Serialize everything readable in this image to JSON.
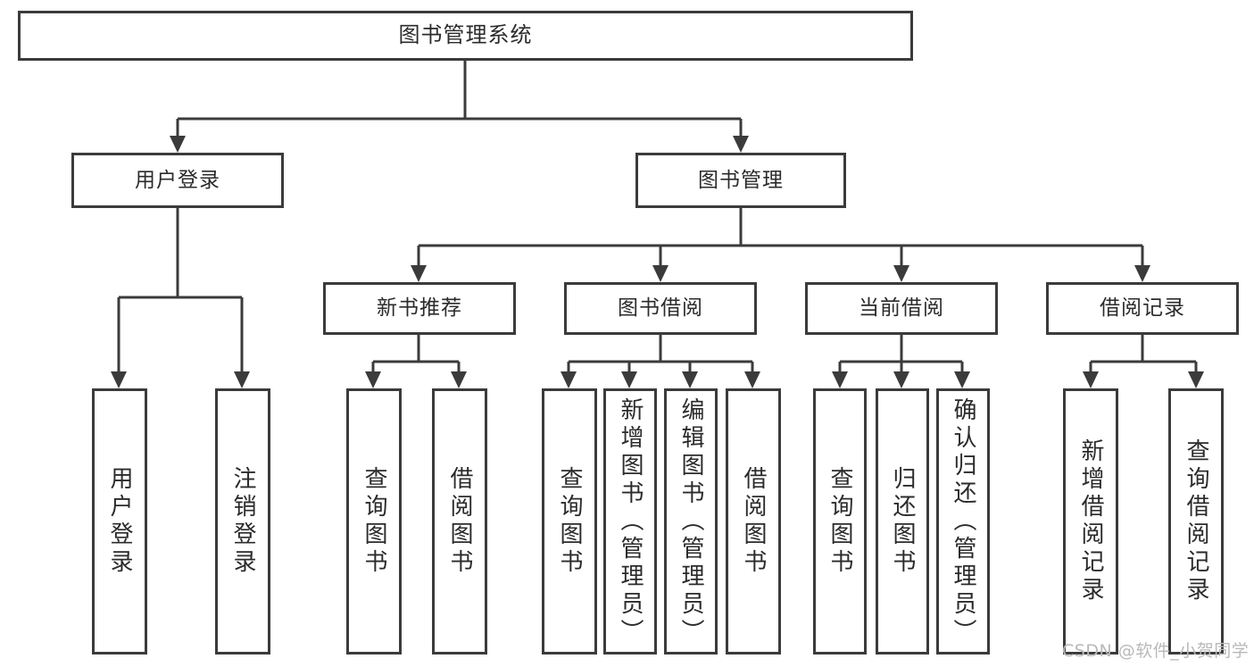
{
  "diagram": {
    "title": "图书管理系统",
    "type": "tree-hierarchy",
    "colors": {
      "stroke": "#3b3b3b",
      "fill": "#ffffff",
      "text": "#2b2b2b",
      "watermark": "#b9b9b9"
    },
    "watermark": "CSDN @软件_小贺同学",
    "nodes": {
      "root": {
        "label": "图书管理系统"
      },
      "level2": [
        {
          "label": "用户登录"
        },
        {
          "label": "图书管理"
        }
      ],
      "level3": [
        {
          "label": "新书推荐"
        },
        {
          "label": "图书借阅"
        },
        {
          "label": "当前借阅"
        },
        {
          "label": "借阅记录"
        }
      ],
      "leaves": {
        "user_login": [
          {
            "label": "用户登录"
          },
          {
            "label": "注销登录"
          }
        ],
        "new_book": [
          {
            "label": "查询图书"
          },
          {
            "label": "借阅图书"
          }
        ],
        "book_borrow": [
          {
            "label": "查询图书"
          },
          {
            "label": "新增图书（管理员）"
          },
          {
            "label": "编辑图书（管理员）"
          },
          {
            "label": "借阅图书"
          }
        ],
        "current_borrow": [
          {
            "label": "查询图书"
          },
          {
            "label": "归还图书"
          },
          {
            "label": "确认归还（管理员）"
          }
        ],
        "borrow_record": [
          {
            "label": "新增借阅记录"
          },
          {
            "label": "查询借阅记录"
          }
        ]
      }
    }
  }
}
